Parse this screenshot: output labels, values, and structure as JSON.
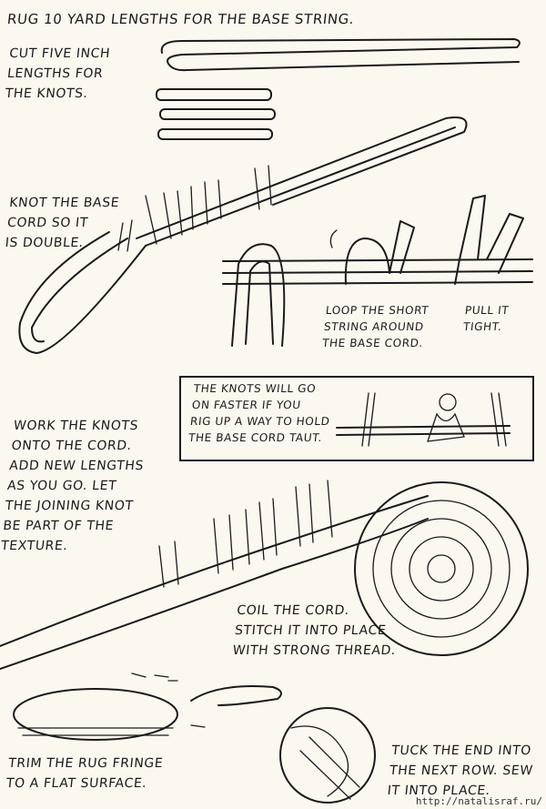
{
  "title": "RUG 10 YARD LENGTHS FOR THE BASE STRING.",
  "steps": {
    "cut": "CUT FIVE INCH\nLENGTHS FOR\nTHE KNOTS.",
    "knot_base": "KNOT THE BASE\nCORD SO IT\nIS DOUBLE.",
    "loop": "LOOP THE SHORT\nSTRING AROUND\nTHE BASE CORD.",
    "pull": "PULL IT\nTIGHT.",
    "tip": "THE KNOTS WILL GO\nON FASTER IF YOU\nRIG UP A WAY TO HOLD\nTHE BASE CORD TAUT.",
    "work": "WORK THE KNOTS\nONTO THE CORD.\nADD NEW LENGTHS\nAS YOU GO. LET\nTHE JOINING KNOT\nBE PART OF THE\nTEXTURE.",
    "coil": "COIL THE CORD.\nSTITCH IT INTO PLACE\nWITH STRONG THREAD.",
    "trim": "TRIM THE RUG FRINGE\nTO A FLAT SURFACE.",
    "tuck": "TUCK THE END INTO\nTHE NEXT ROW. SEW\nIT INTO PLACE."
  },
  "watermark": "http://natalisraf.ru/"
}
